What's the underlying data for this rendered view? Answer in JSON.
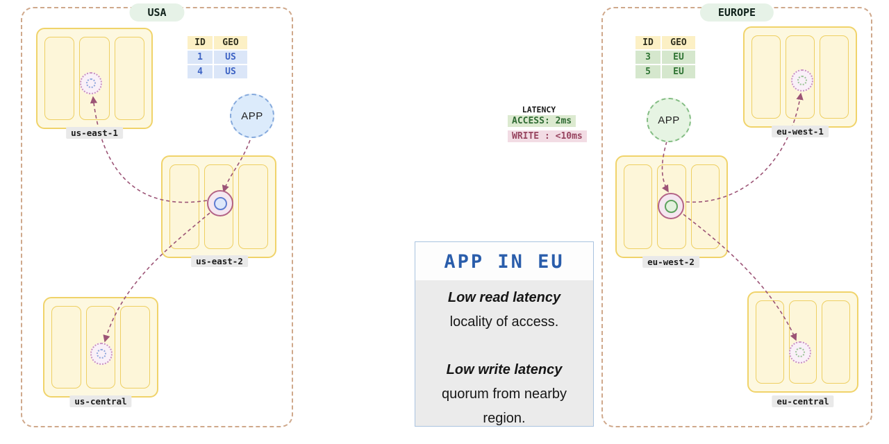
{
  "regions": [
    {
      "label": "USA",
      "app_label": "APP",
      "table": {
        "headers": [
          "ID",
          "GEO"
        ],
        "rows": [
          [
            "1",
            "US"
          ],
          [
            "4",
            "US"
          ]
        ]
      },
      "clusters": [
        {
          "name": "us-east-1"
        },
        {
          "name": "us-east-2"
        },
        {
          "name": "us-central"
        }
      ]
    },
    {
      "label": "EUROPE",
      "app_label": "APP",
      "table": {
        "headers": [
          "ID",
          "GEO"
        ],
        "rows": [
          [
            "3",
            "EU"
          ],
          [
            "5",
            "EU"
          ]
        ]
      },
      "clusters": [
        {
          "name": "eu-west-1"
        },
        {
          "name": "eu-west-2"
        },
        {
          "name": "eu-central"
        }
      ]
    }
  ],
  "latency": {
    "title": "LATENCY",
    "access_label": "ACCESS: 2ms",
    "write_label": "WRITE : <10ms"
  },
  "info_box": {
    "title": "APP IN EU",
    "read_bold": "Low read latency",
    "read_rest": "locality of access.",
    "write_bold": "Low write latency",
    "write_rest": "quorum from nearby region."
  },
  "colors": {
    "region_border": "#cfa88b",
    "cluster_fill": "#fdf8e0",
    "cluster_border": "#f0d36a",
    "usa_accent": "#3d63c4",
    "europe_accent": "#2f7434",
    "arrow": "#9c5476"
  }
}
